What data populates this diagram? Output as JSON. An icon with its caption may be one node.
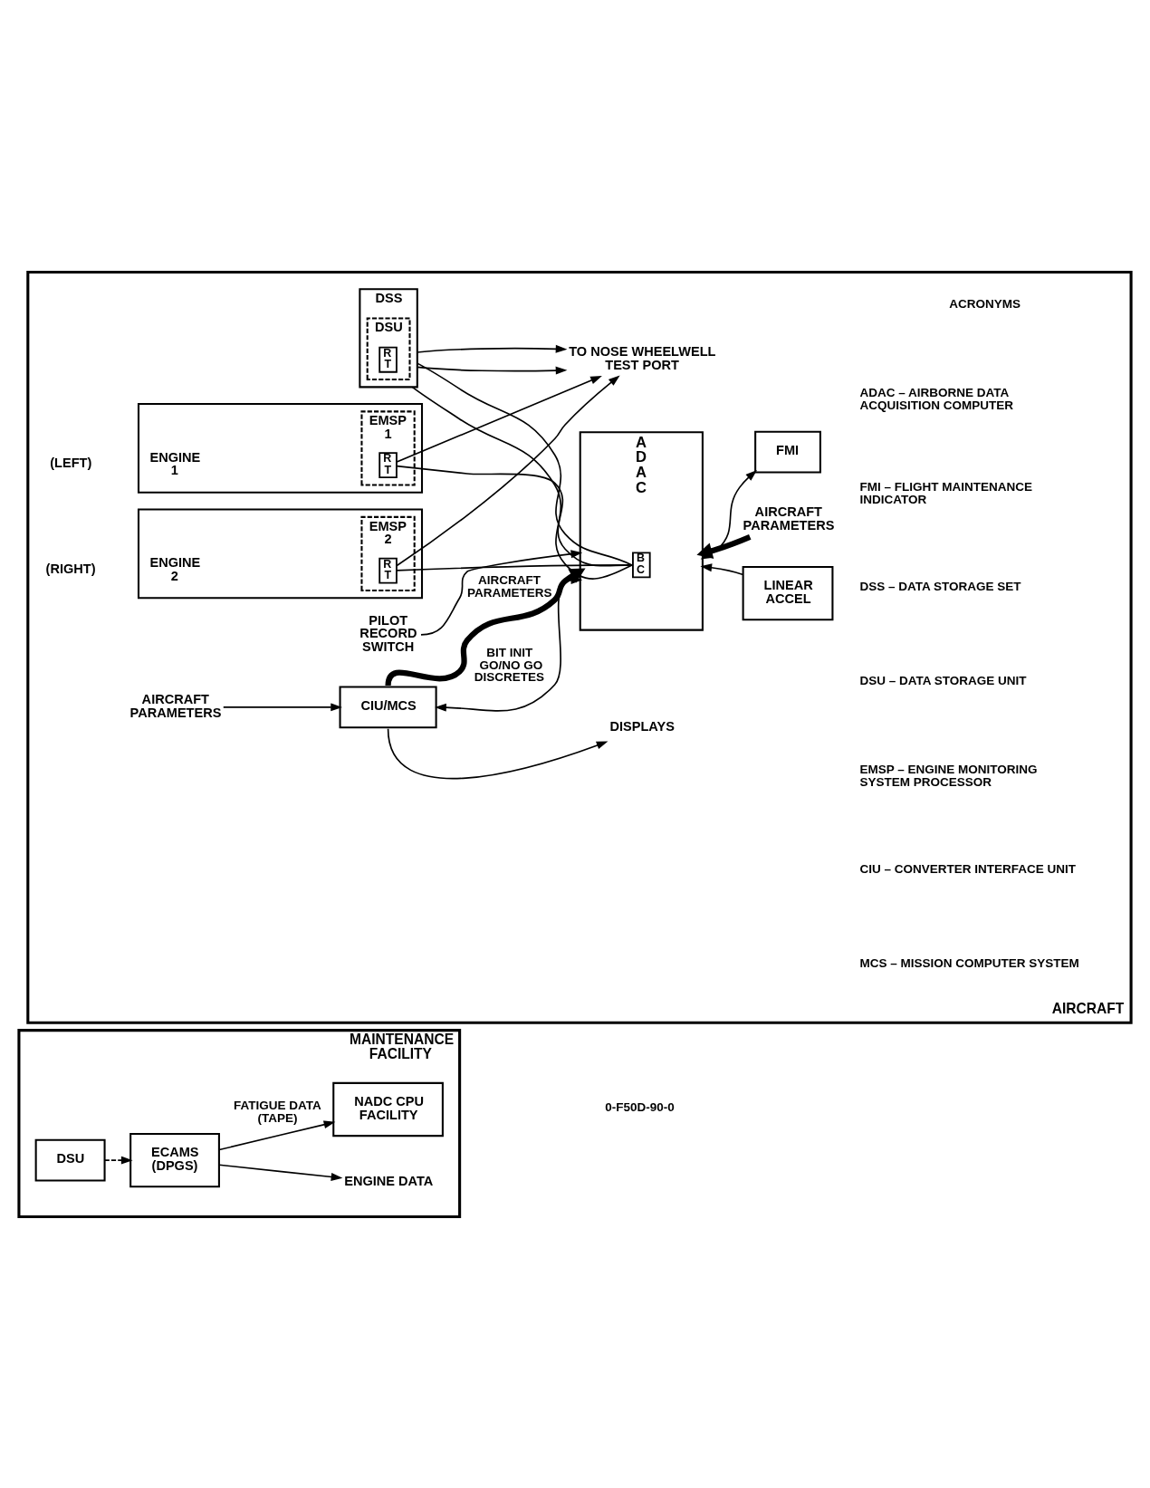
{
  "diagram": {
    "nodes": [
      {
        "text": [
          "AIRCRAFT"
        ]
      },
      {
        "text": [
          "TO NOSE WHEELWELL TEST PORT"
        ],
        "in": 0
      },
      {
        "text": [
          "DSS"
        ],
        "in": 0
      },
      {
        "text": [
          "DSU"
        ],
        "in": 2
      },
      {
        "text": [
          "R T"
        ],
        "in": 3
      },
      {
        "text": [],
        "shape": "box",
        "beside": [
          "(LEFT)"
        ],
        "in": 0
      },
      {
        "text": [
          "ENGINE 1"
        ],
        "in": 5
      },
      {
        "text": [
          "EMSP 1"
        ],
        "in": 5
      },
      {
        "text": [
          "R T"
        ],
        "in": 7
      },
      {
        "text": [],
        "shape": "box",
        "beside": [
          "(RIGHT)"
        ],
        "in": 0
      },
      {
        "text": [
          "ENGINE 2"
        ],
        "in": 9
      },
      {
        "text": [
          "EMSP 2"
        ],
        "in": 9
      },
      {
        "text": [
          "R T"
        ],
        "in": 11
      },
      {
        "text": [
          "PILOT RECORD SWITCH"
        ],
        "in": 0
      },
      {
        "text": [
          "A D A C"
        ],
        "in": 0
      },
      {
        "text": [
          "B C"
        ],
        "in": 14
      },
      {
        "text": [
          "LINEAR ACCEL"
        ],
        "in": 0
      },
      {
        "text": [
          "AIRCRAFT PARAMETERS"
        ],
        "in": 0
      },
      {
        "text": [
          "AIRCRAFT PARAMETERS"
        ],
        "in": 0
      },
      {
        "text": [
          "CIU/MCS"
        ],
        "in": 0
      },
      {
        "text": [
          "FMI"
        ],
        "in": 0
      },
      {
        "text": [
          "DISPLAYS"
        ],
        "in": 0
      },
      {
        "text": [
          "MAINTENANCE FACILITY"
        ]
      },
      {
        "text": [
          "DSU"
        ],
        "in": 22
      },
      {
        "text": [
          "ECAMS (DPGS)"
        ],
        "in": 22
      },
      {
        "text": [
          "ENGINE DATA"
        ],
        "in": 22
      },
      {
        "text": [
          "NADC CPU FACILITY"
        ],
        "in": 22
      }
    ],
    "edges": [
      {
        "from": 2,
        "to": 1,
        "arrow": "to"
      },
      {
        "from": 2,
        "to": 15,
        "arrow": "none"
      },
      {
        "from": 8,
        "to": 1,
        "arrow": "to"
      },
      {
        "from": 8,
        "to": 15,
        "arrow": "none"
      },
      {
        "from": 12,
        "to": 1,
        "arrow": "to"
      },
      {
        "from": 12,
        "to": 15,
        "arrow": "none"
      },
      {
        "from": 2,
        "to": 1,
        "arrow": "to"
      },
      {
        "from": 2,
        "to": 15,
        "arrow": "none"
      },
      {
        "from": 13,
        "to": 14,
        "arrow": "to"
      },
      {
        "from": 16,
        "to": 14,
        "arrow": "to"
      },
      {
        "from": 17,
        "to": 14,
        "arrow": "to",
        "style": "thick"
      },
      {
        "from": 19,
        "to": 14,
        "arrow": "to",
        "style": "thick",
        "label": "AIRCRAFT PARAMETERS"
      },
      {
        "from": 19,
        "to": 14,
        "arrow": "both",
        "label": "BIT INIT GO/NO GO DISCRETES"
      },
      {
        "from": 14,
        "to": 20,
        "arrow": "both"
      },
      {
        "from": 18,
        "to": 19,
        "arrow": "to"
      },
      {
        "from": 19,
        "to": 21,
        "arrow": "to"
      },
      {
        "from": 23,
        "to": 24,
        "arrow": "to",
        "style": "dashed"
      },
      {
        "from": 24,
        "to": 25,
        "arrow": "to"
      },
      {
        "from": 24,
        "to": 26,
        "arrow": "to",
        "label": "FATIGUE DATA (TAPE)"
      }
    ],
    "labels": [
      "ACRONYMS",
      "ADAC – AIRBORNE DATA ACQUISITION COMPUTER",
      "FMI – FLIGHT MAINTENANCE INDICATOR",
      "DSS – DATA STORAGE SET",
      "DSU – DATA STORAGE UNIT",
      "EMSP – ENGINE MONITORING SYSTEM PROCESSOR",
      "CIU – CONVERTER INTERFACE UNIT",
      "MCS – MISSION COMPUTER SYSTEM",
      "0-F50D-90-0"
    ]
  }
}
